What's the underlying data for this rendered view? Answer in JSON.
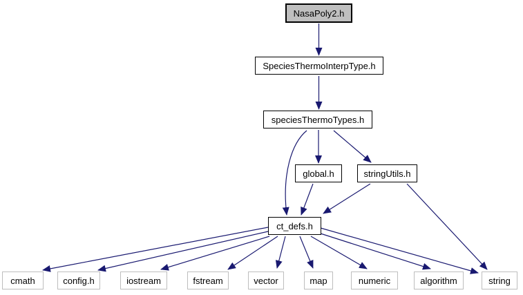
{
  "diagram": {
    "type": "include-dependency-graph",
    "root_file": "NasaPoly2.h",
    "colors": {
      "edge": "#191970",
      "root_fill": "#bfbfbf",
      "node_fill": "#ffffff",
      "node_border": "#000000",
      "std_node_border": "#bdbdbd",
      "background": "#ffffff"
    },
    "nodes": {
      "nasapoly2": {
        "label": "NasaPoly2.h"
      },
      "interp": {
        "label": "SpeciesThermoInterpType.h"
      },
      "types": {
        "label": "speciesThermoTypes.h"
      },
      "global": {
        "label": "global.h"
      },
      "stringutils": {
        "label": "stringUtils.h"
      },
      "ctdefs": {
        "label": "ct_defs.h"
      },
      "cmath": {
        "label": "cmath"
      },
      "config": {
        "label": "config.h"
      },
      "iostream": {
        "label": "iostream"
      },
      "fstream": {
        "label": "fstream"
      },
      "vector": {
        "label": "vector"
      },
      "map": {
        "label": "map"
      },
      "numeric": {
        "label": "numeric"
      },
      "algorithm": {
        "label": "algorithm"
      },
      "string": {
        "label": "string"
      }
    },
    "edges": [
      {
        "from": "NasaPoly2.h",
        "to": "SpeciesThermoInterpType.h"
      },
      {
        "from": "SpeciesThermoInterpType.h",
        "to": "speciesThermoTypes.h"
      },
      {
        "from": "speciesThermoTypes.h",
        "to": "global.h"
      },
      {
        "from": "speciesThermoTypes.h",
        "to": "stringUtils.h"
      },
      {
        "from": "speciesThermoTypes.h",
        "to": "ct_defs.h"
      },
      {
        "from": "global.h",
        "to": "ct_defs.h"
      },
      {
        "from": "stringUtils.h",
        "to": "ct_defs.h"
      },
      {
        "from": "stringUtils.h",
        "to": "string"
      },
      {
        "from": "ct_defs.h",
        "to": "cmath"
      },
      {
        "from": "ct_defs.h",
        "to": "config.h"
      },
      {
        "from": "ct_defs.h",
        "to": "iostream"
      },
      {
        "from": "ct_defs.h",
        "to": "fstream"
      },
      {
        "from": "ct_defs.h",
        "to": "vector"
      },
      {
        "from": "ct_defs.h",
        "to": "map"
      },
      {
        "from": "ct_defs.h",
        "to": "numeric"
      },
      {
        "from": "ct_defs.h",
        "to": "algorithm"
      },
      {
        "from": "ct_defs.h",
        "to": "string"
      }
    ]
  }
}
